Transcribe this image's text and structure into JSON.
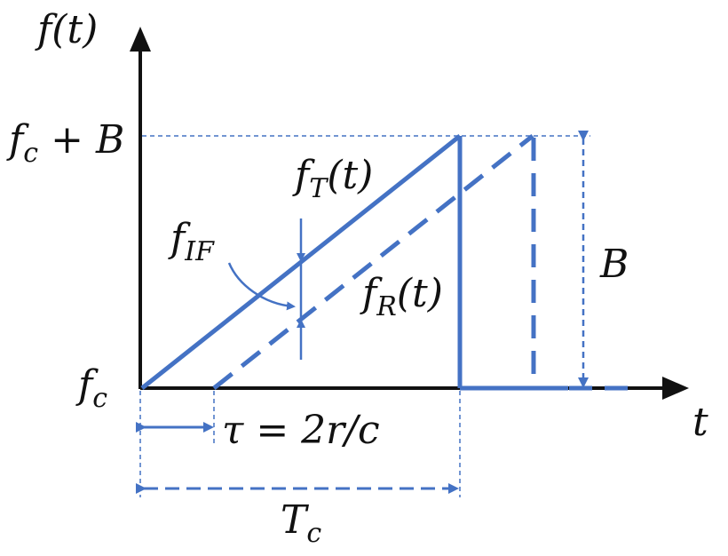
{
  "labels": {
    "y_axis": {
      "base": "f",
      "rest": "(t)"
    },
    "x_axis": "t",
    "fc_plus_b": {
      "base": "f",
      "sub": "c",
      "rest": " + B"
    },
    "fc": {
      "base": "f",
      "sub": "c"
    },
    "ft": {
      "base": "f",
      "sub": "T",
      "rest": "(t)"
    },
    "fr": {
      "base": "f",
      "sub": "R",
      "rest": "(t)"
    },
    "fif": {
      "base": "f",
      "sub": "IF"
    },
    "bandwidth": "B",
    "tau": "τ = 2r/c",
    "chirp_time": {
      "base": "T",
      "sub": "c"
    }
  },
  "colors": {
    "accent": "#4472C4",
    "axis": "#111111"
  }
}
